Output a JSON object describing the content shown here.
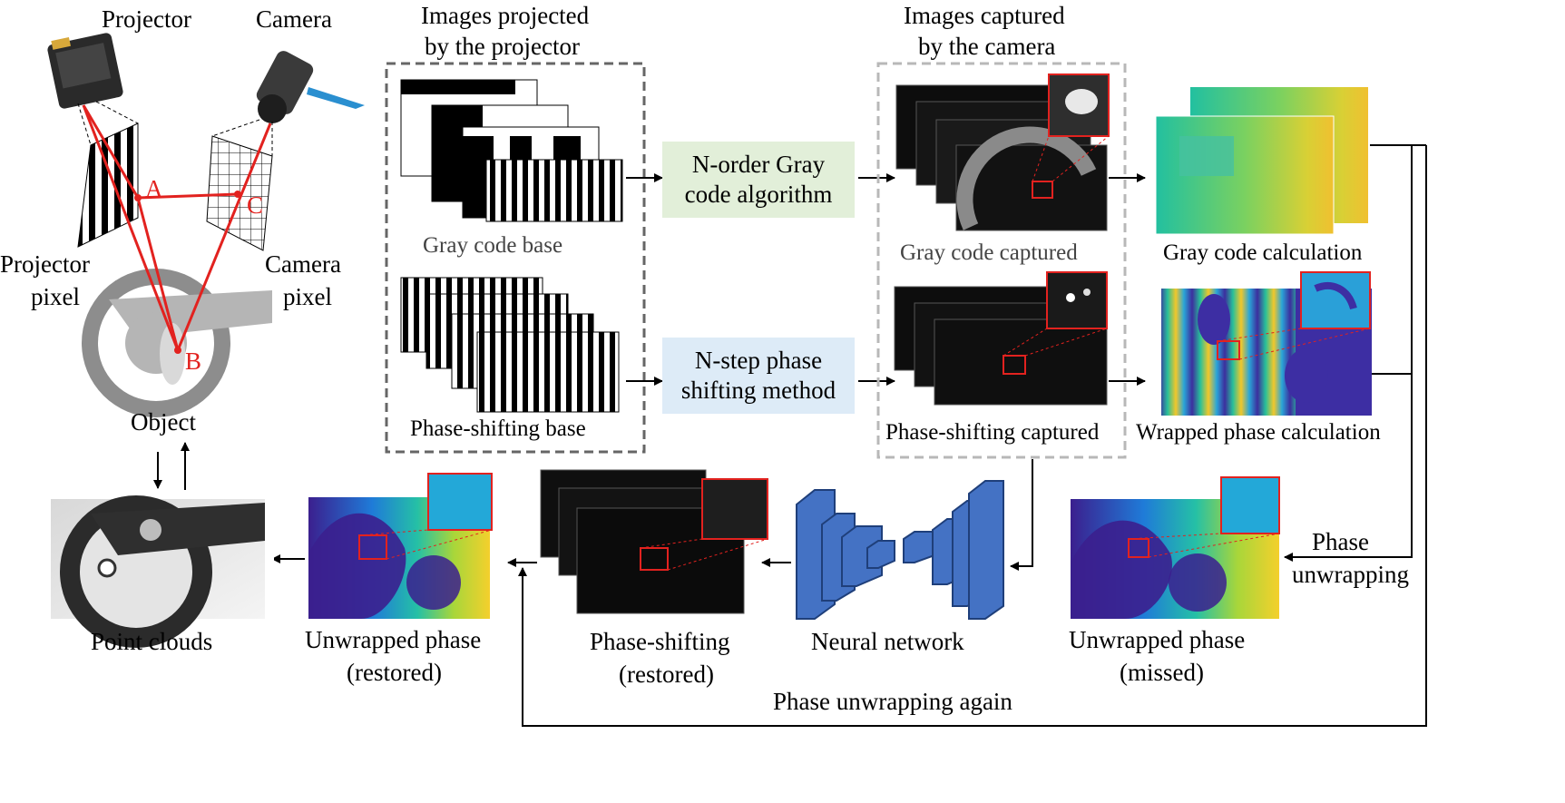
{
  "setup": {
    "projector": "Projector",
    "camera": "Camera",
    "projector_pixel_1": "Projector",
    "projector_pixel_2": "pixel",
    "camera_pixel_1": "Camera",
    "camera_pixel_2": "pixel",
    "point_a": "A",
    "point_b": "B",
    "point_c": "C",
    "object": "Object"
  },
  "projected": {
    "title_1": "Images projected",
    "title_2": "by the projector",
    "gray_base": "Gray code base",
    "phase_base": "Phase-shifting base"
  },
  "algorithms": {
    "gray_1": "N-order Gray",
    "gray_2": "code algorithm",
    "phase_1": "N-step phase",
    "phase_2": "shifting method"
  },
  "captured": {
    "title_1": "Images captured",
    "title_2": "by the camera",
    "gray": "Gray code captured",
    "phase": "Phase-shifting captured"
  },
  "calculation": {
    "gray": "Gray code calculation",
    "wrapped": "Wrapped phase calculation"
  },
  "bottom": {
    "point_clouds": "Point clouds",
    "unwrapped_restored_1": "Unwrapped phase",
    "unwrapped_restored_2": "(restored)",
    "phase_restored_1": "Phase-shifting",
    "phase_restored_2": "(restored)",
    "neural_network": "Neural network",
    "unwrapped_missed_1": "Unwrapped phase",
    "unwrapped_missed_2": "(missed)",
    "phase_unwrapping_1": "Phase",
    "phase_unwrapping_2": "unwrapping",
    "phase_unwrapping_again": "Phase unwrapping again"
  },
  "colors": {
    "red": "#e2221f",
    "gray_box": "#e2efd9",
    "phase_box": "#ddebf7",
    "network": "#4472c4"
  }
}
